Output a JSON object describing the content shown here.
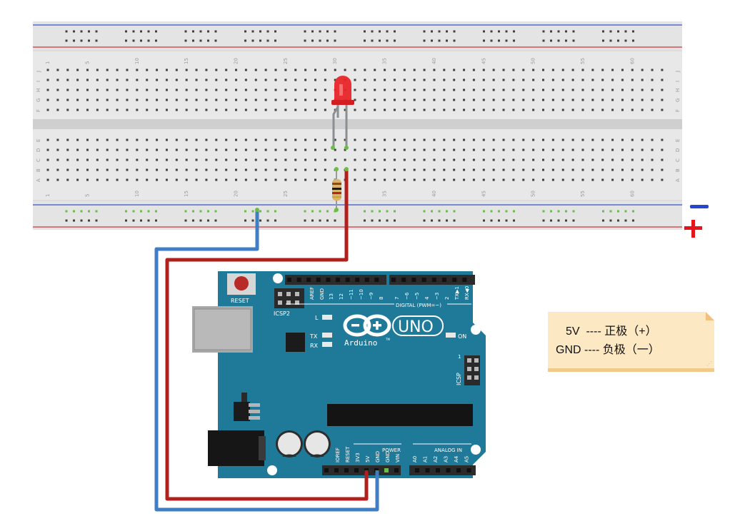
{
  "breadboard": {
    "column_numbers": [
      "1",
      "5",
      "10",
      "15",
      "20",
      "25",
      "30",
      "35",
      "40",
      "45",
      "50",
      "55",
      "60"
    ],
    "row_letters_top": [
      "J",
      "I",
      "H",
      "G",
      "F"
    ],
    "row_letters_bottom": [
      "E",
      "D",
      "C",
      "B",
      "A"
    ]
  },
  "rail_symbols": {
    "minus": "−",
    "plus": "+"
  },
  "arduino": {
    "reset_label": "RESET",
    "icsp2_label": "ICSP2",
    "icsp_label": "ICSP",
    "digital_label": "DIGITAL (PWM=~)",
    "digital_pins": [
      "AREF",
      "GND",
      "13",
      "12",
      "~11",
      "~10",
      "~9",
      "8",
      "7",
      "~6",
      "~5",
      "4",
      "~3",
      "2",
      "TX▶1",
      "RX◀0"
    ],
    "led_l": "L",
    "led_tx": "TX",
    "led_rx": "RX",
    "logo_text": "Arduino",
    "logo_tm": "TM",
    "uno_text": "UNO",
    "on_label": "ON",
    "power_label": "POWER",
    "power_pins": [
      "IOREF",
      "RESET",
      "3V3",
      "5V",
      "GND",
      "GND",
      "VIN"
    ],
    "analog_label": "ANALOG IN",
    "analog_pins": [
      "A0",
      "A1",
      "A2",
      "A3",
      "A4",
      "A5"
    ],
    "icsp_one": "1"
  },
  "note": {
    "line1": "5V  ---- 正极（+）",
    "line2": "GND ---- 负极（一）"
  },
  "colors": {
    "board_teal": "#1f7a99",
    "wire_red": "#b0201c",
    "wire_blue": "#3f7ec4",
    "led_red": "#e8262a",
    "rail_blue": "#3456c8",
    "rail_red": "#d0343a"
  }
}
